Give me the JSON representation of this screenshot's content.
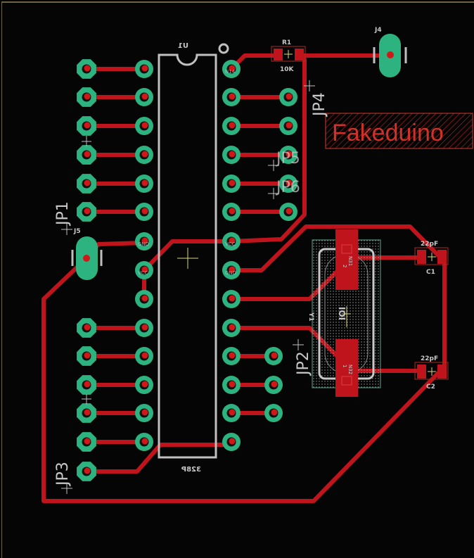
{
  "app": {
    "view": "PCB board layout editor",
    "board_name_text": "Fakeduino"
  },
  "colors": {
    "background": "#050505",
    "trace": "#c0141c",
    "pad": "#2db37f",
    "drill": "#d01818",
    "silkscreen": "#c8c8c8",
    "origin_cross": "#d8d87a",
    "keepout": "#d03a2a",
    "frame": "#6e6445"
  },
  "components": {
    "ic": {
      "name": "U1",
      "value": "328P"
    },
    "resistor": {
      "name": "R1",
      "value": "10K"
    },
    "crystal": {
      "name": "Y1",
      "body_text": "IOI",
      "pad1_label": "1",
      "pad1_net": "N32",
      "pad2_label": "2",
      "pad2_net": "N31"
    },
    "cap1": {
      "name": "C1",
      "value": "22pF"
    },
    "cap2": {
      "name": "C2",
      "value": "22pF"
    },
    "jumper_pads": [
      {
        "name": "J4"
      },
      {
        "name": "J5"
      }
    ],
    "headers": [
      {
        "name": "JP1"
      },
      {
        "name": "JP2"
      },
      {
        "name": "JP3"
      },
      {
        "name": "JP4"
      },
      {
        "name": "JP5"
      },
      {
        "name": "JP6"
      }
    ]
  },
  "pad_labels": {
    "ic_right_top": "N14",
    "ic_right_vcc": "VCC",
    "ic_right_gnd": "GND",
    "ic_left_gnd": "GND",
    "ic_left_vcc": "VCC"
  }
}
